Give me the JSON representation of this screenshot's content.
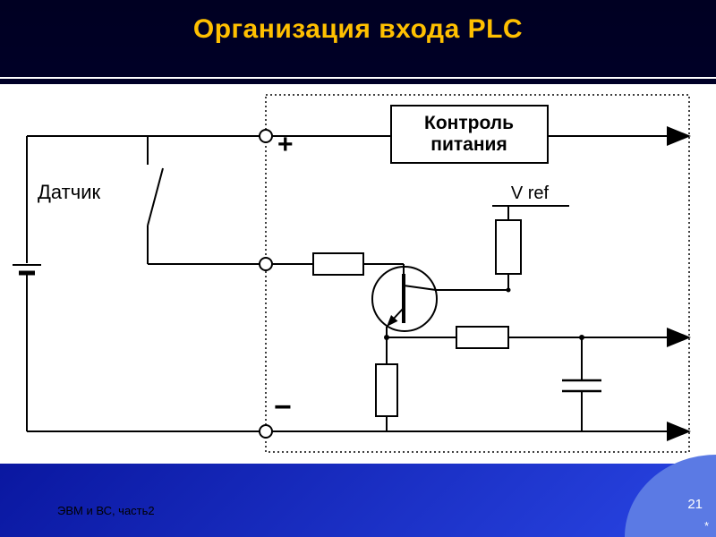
{
  "slide": {
    "title": "Организация входа PLC",
    "footer": "ЭВМ и ВС, часть2",
    "page_number": "21",
    "footnote_marker": "*"
  },
  "diagram": {
    "sensor_label": "Датчик",
    "plus_label": "+",
    "minus_label": "−",
    "power_control": {
      "line1": "Контроль",
      "line2": "питания"
    },
    "vref_label": "V ref"
  },
  "colors": {
    "title_text": "#ffc000",
    "top_background": "#000033",
    "bottom_background": "#1c35d6",
    "corner_accent": "#5b7ae4",
    "content_background": "#ffffff",
    "circuit_ink": "#000000"
  }
}
